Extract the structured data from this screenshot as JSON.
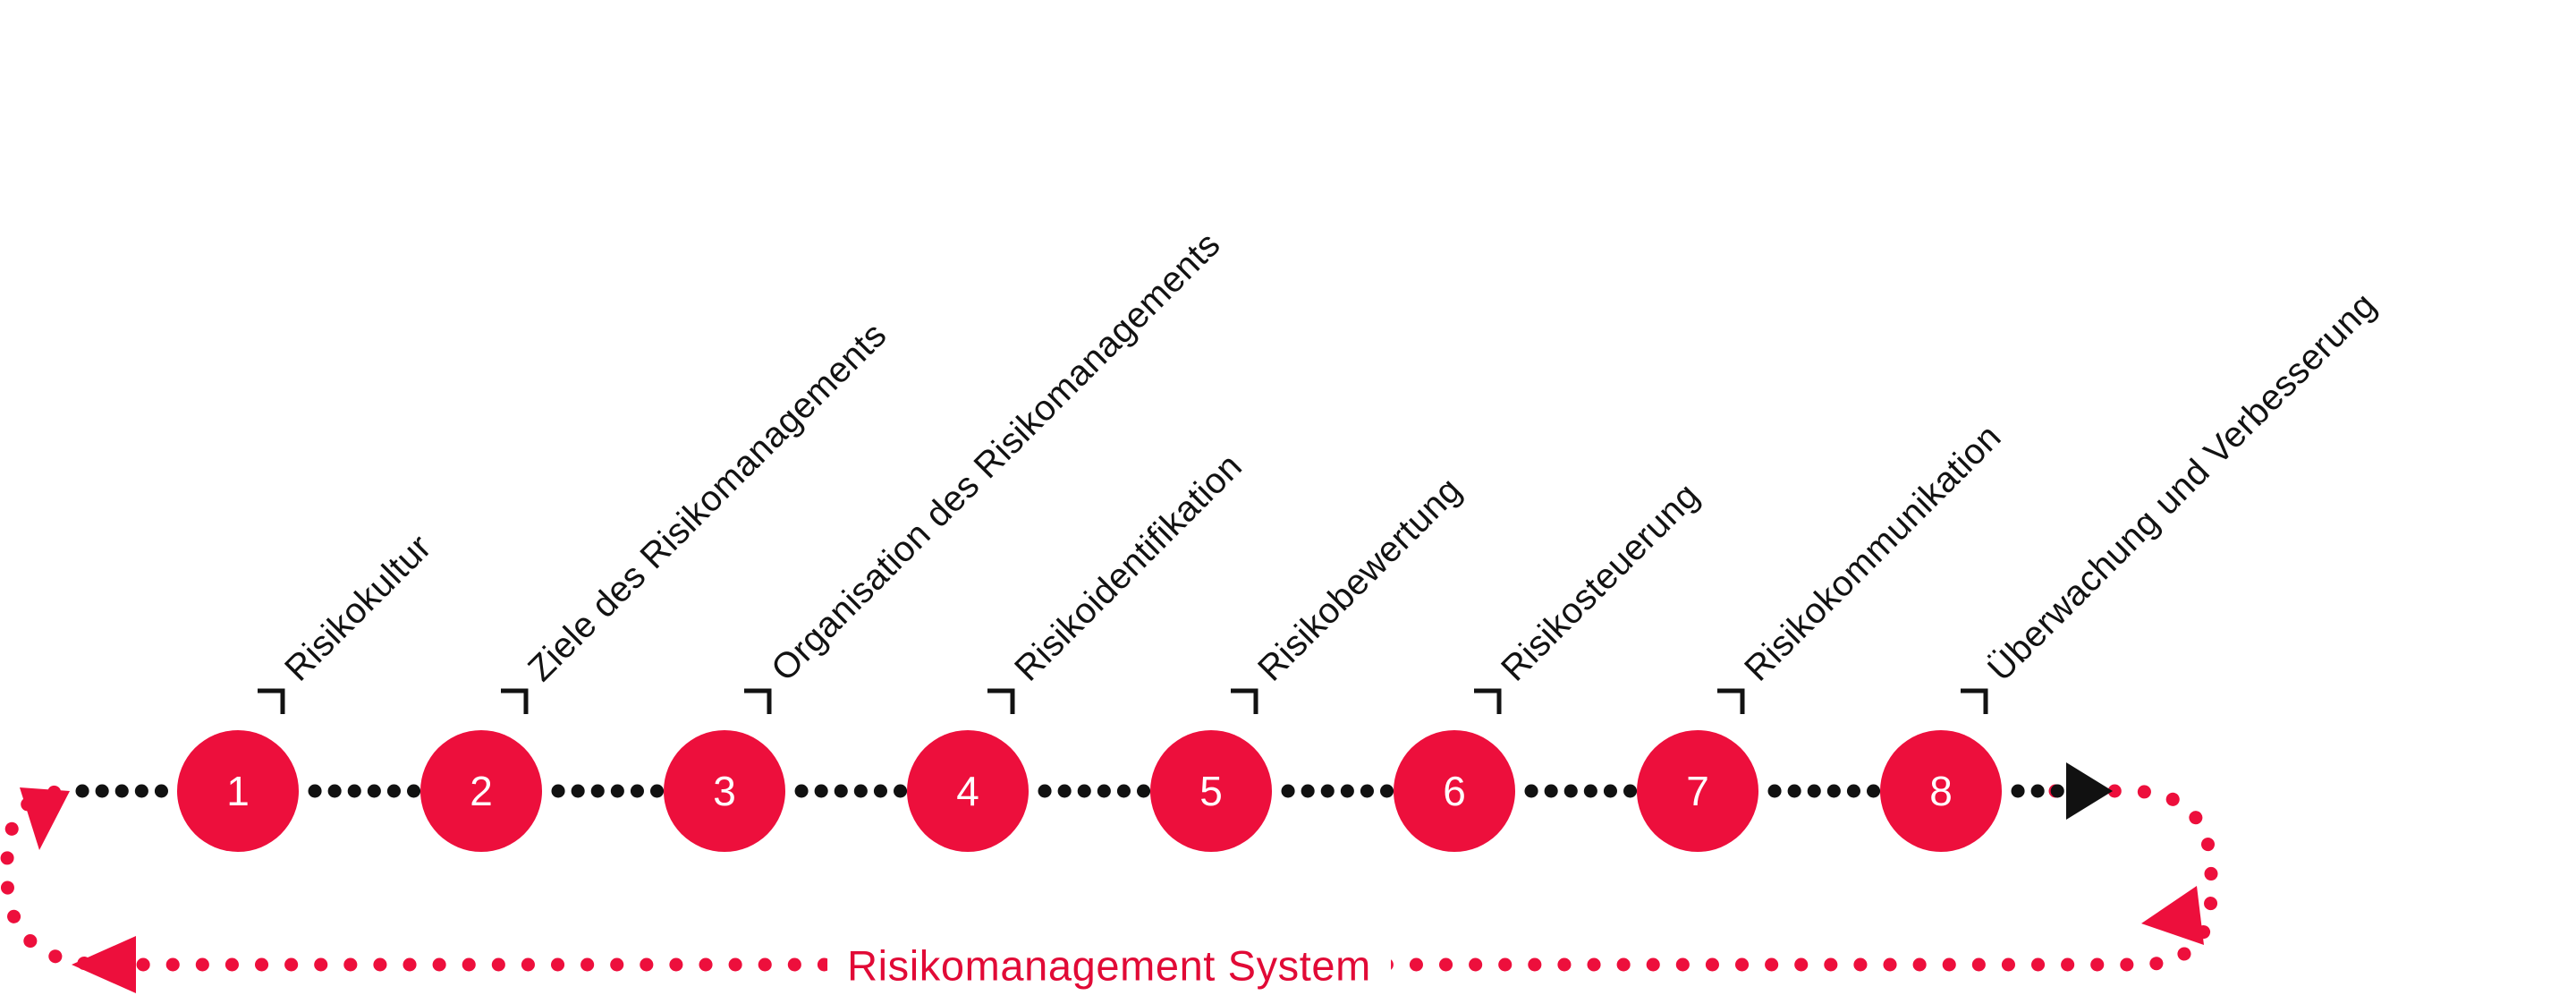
{
  "diagram": {
    "title_caption": "Risikomanagement System",
    "accent_color": "#ED0F3C",
    "dot_color": "#111111",
    "label_color": "#121212",
    "caption_color": "#E10A36",
    "background": "#FFFFFF",
    "step_count": 8,
    "steps": [
      {
        "number": "1",
        "label": "Risikokultur"
      },
      {
        "number": "2",
        "label": "Ziele des Risikomanagements"
      },
      {
        "number": "3",
        "label": "Organisation des Risikomanagements"
      },
      {
        "number": "4",
        "label": "Risikoidentifikation"
      },
      {
        "number": "5",
        "label": "Risikobewertung"
      },
      {
        "number": "6",
        "label": "Risikosteuerung"
      },
      {
        "number": "7",
        "label": "Risikokommunikation"
      },
      {
        "number": "8",
        "label": "Überwachung und Verbesserung"
      }
    ]
  },
  "chart_data": {
    "type": "diagram",
    "title": "Risikomanagement System",
    "categories": [
      "1",
      "2",
      "3",
      "4",
      "5",
      "6",
      "7",
      "8"
    ],
    "labels": [
      "Risikokultur",
      "Ziele des Risikomanagements",
      "Organisation des Risikomanagements",
      "Risikoidentifikation",
      "Risikobewertung",
      "Risikosteuerung",
      "Risikokommunikation",
      "Überwachung und Verbesserung"
    ],
    "flow": "cyclic",
    "annotations": [
      "Risikomanagement System"
    ]
  }
}
